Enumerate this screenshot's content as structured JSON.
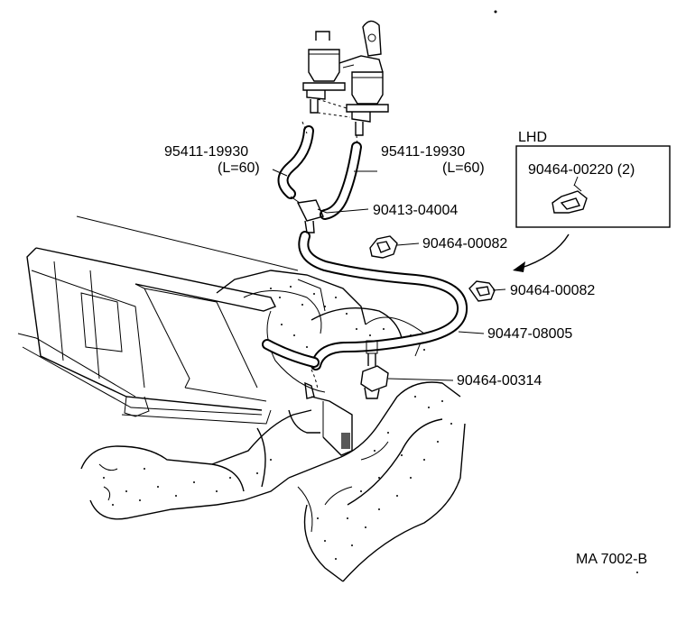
{
  "diagram": {
    "code": "MA 7002-B",
    "inset": {
      "title": "LHD",
      "part": "90464-00220 (2)"
    },
    "parts": [
      {
        "id": "hose-left",
        "number": "95411-19930",
        "note": "(L=60)"
      },
      {
        "id": "hose-right",
        "number": "95411-19930",
        "note": "(L=60)"
      },
      {
        "id": "connector",
        "number": "90413-04004"
      },
      {
        "id": "clamp-a",
        "number": "90464-00082"
      },
      {
        "id": "clamp-b",
        "number": "90464-00082"
      },
      {
        "id": "hose-long",
        "number": "90447-08005"
      },
      {
        "id": "clamp-c",
        "number": "90464-00314"
      }
    ]
  }
}
